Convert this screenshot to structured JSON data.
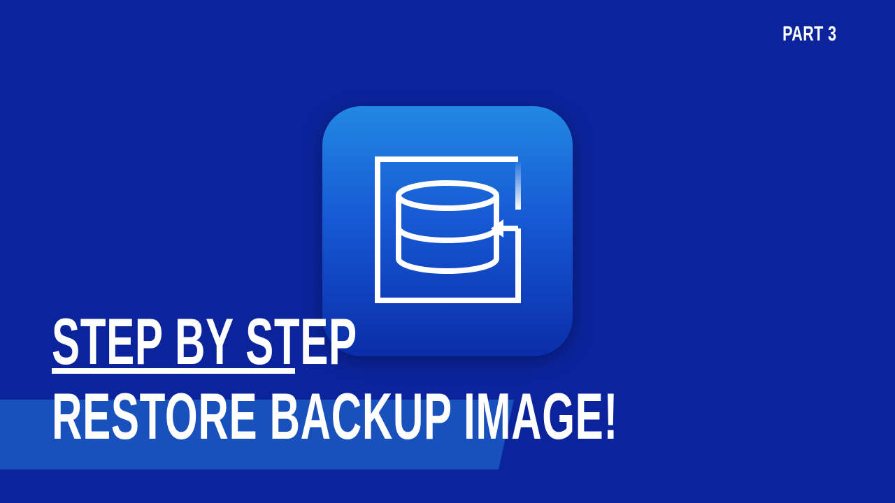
{
  "badge": {
    "part_label": "PART 3"
  },
  "headline": {
    "line1": "STEP BY STEP",
    "line2": "RESTORE BACKUP IMAGE!"
  },
  "icon": {
    "name": "database-restore-icon"
  },
  "colors": {
    "background": "#0b249c",
    "stripe": "#1850bc",
    "icon_gradient_top": "#2288e2",
    "icon_gradient_bottom": "#0a2da8",
    "text": "#ffffff"
  }
}
